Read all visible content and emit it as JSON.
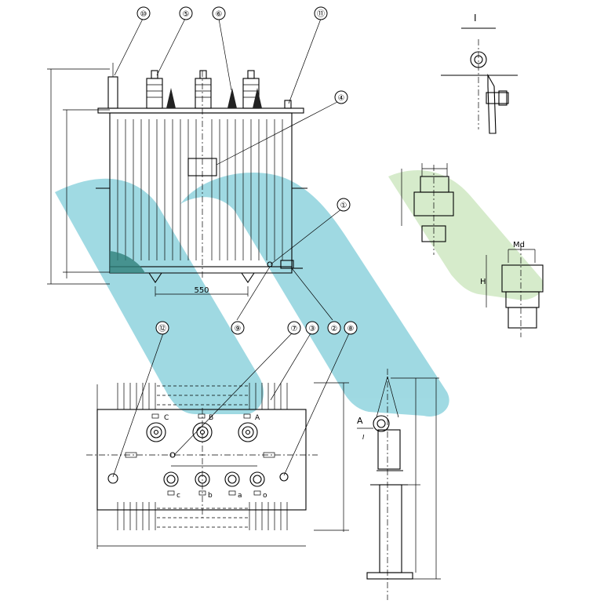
{
  "callouts": {
    "c1": "①",
    "c2": "②",
    "c3": "③",
    "c4": "④",
    "c5": "⑤",
    "c6": "⑥",
    "c7": "⑦",
    "c8": "⑧",
    "c9": "⑨",
    "c10": "⑩",
    "c11": "⑪",
    "c12": "⑫"
  },
  "dimensions": {
    "wheel_gauge": "550",
    "nut_size": "Md",
    "height_symbol": "H"
  },
  "section_labels": {
    "detail_I": "I",
    "detail_I_small": "I",
    "detail_A": "A"
  },
  "terminal_labels": {
    "hv_c": "C",
    "hv_b": "B",
    "hv_a": "A",
    "lv_c": "c",
    "lv_b": "b",
    "lv_a": "a",
    "lv_o": "o"
  },
  "watermark": {
    "teal": "#8fd3de",
    "green": "#cfe8c2"
  }
}
